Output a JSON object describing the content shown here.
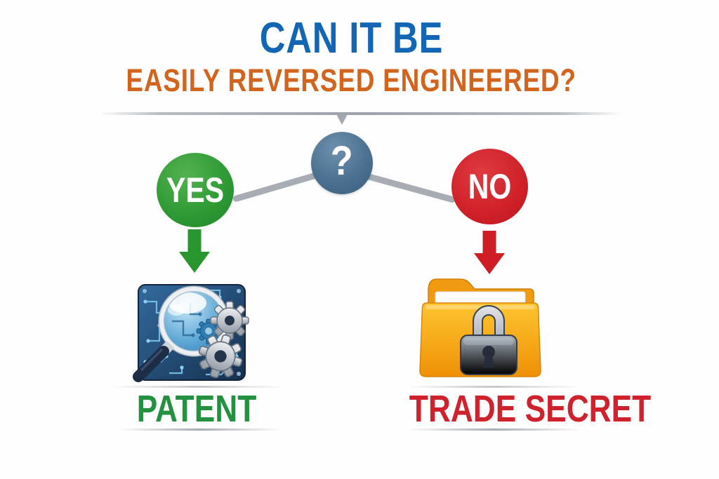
{
  "title": {
    "line1": "CAN IT BE",
    "line2": "EASILY REVERSED ENGINEERED?"
  },
  "decision": {
    "question_mark": "?",
    "yes_label": "YES",
    "no_label": "NO"
  },
  "outcomes": {
    "patent": {
      "label": "PATENT",
      "icon": "circuit-board-magnifier-gears"
    },
    "trade_secret": {
      "label": "TRADE SECRET",
      "icon": "locked-folder"
    }
  },
  "icons": {
    "question_badge": "question-mark",
    "divider_pointer": "arrow-down",
    "yes_branch_arrow": "arrow-down",
    "no_branch_arrow": "arrow-down"
  },
  "colors": {
    "background": "#fefefe",
    "title_blue": "#1266b4",
    "title_orange": "#d2641e",
    "yes_green": "#2f9b35",
    "no_red": "#d2222a",
    "question_circle_blue": "#4c7190",
    "connector_gray": "#a8adb5",
    "arrow_green": "#28962f",
    "arrow_red": "#cf1d25",
    "patent_label_green": "#23913f",
    "trade_secret_label_red": "#d0222c",
    "circuit_board_navy": "#1d4368",
    "lens_blue": "#5ea7d6",
    "gear_silver": "#c8ccd2",
    "folder_orange": "#f5a518",
    "padlock_gray": "#6b7686"
  }
}
